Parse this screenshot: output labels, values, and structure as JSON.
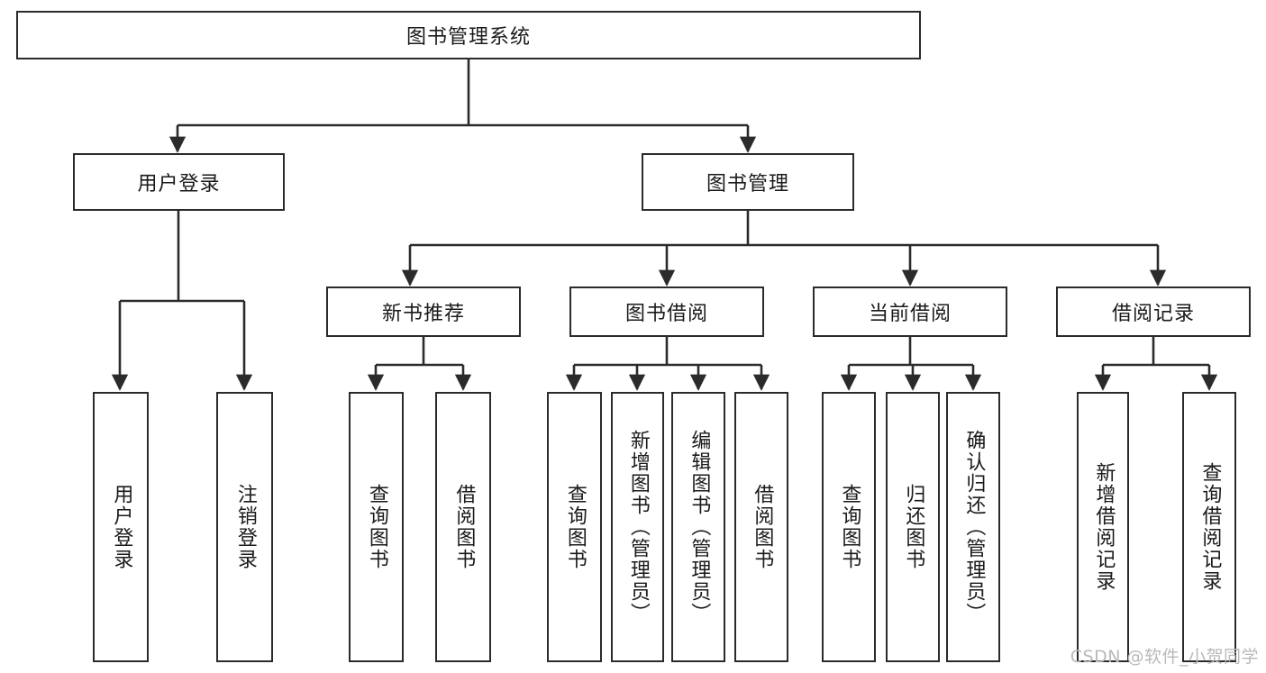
{
  "diagram": {
    "title": "图书管理系统",
    "watermark": "CSDN @软件_小贺同学",
    "root": {
      "label": "图书管理系统"
    },
    "level1": [
      {
        "label": "用户登录"
      },
      {
        "label": "图书管理"
      }
    ],
    "level2": [
      {
        "label": "新书推荐"
      },
      {
        "label": "图书借阅"
      },
      {
        "label": "当前借阅"
      },
      {
        "label": "借阅记录"
      }
    ],
    "leaves": {
      "user_login": [
        {
          "label": "用户登录"
        },
        {
          "label": "注销登录"
        }
      ],
      "new_book_recommend": [
        {
          "label": "查询图书"
        },
        {
          "label": "借阅图书"
        }
      ],
      "book_borrow": [
        {
          "label": "查询图书"
        },
        {
          "label": "新增图书（管理员）"
        },
        {
          "label": "编辑图书（管理员）"
        },
        {
          "label": "借阅图书"
        }
      ],
      "current_borrow": [
        {
          "label": "查询图书"
        },
        {
          "label": "归还图书"
        },
        {
          "label": "确认归还（管理员）"
        }
      ],
      "borrow_record": [
        {
          "label": "新增借阅记录"
        },
        {
          "label": "查询借阅记录"
        }
      ]
    },
    "colors": {
      "line": "#2b2b2b",
      "box_border": "#2b2b2b",
      "box_fill": "#ffffff",
      "text": "#1a1a1a",
      "watermark": "#b9b9b9"
    }
  }
}
